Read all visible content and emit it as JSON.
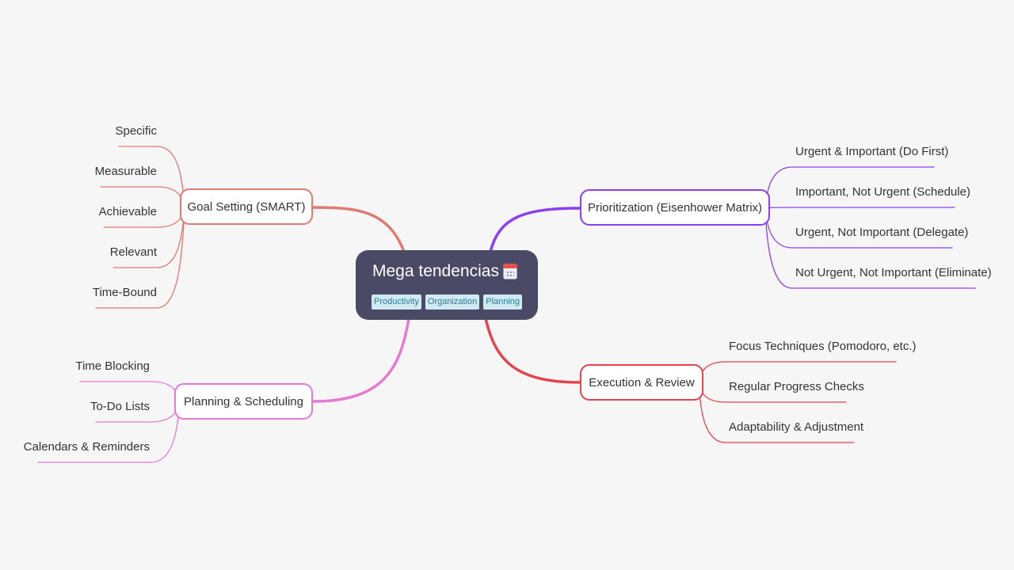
{
  "root": {
    "title": "Mega tendencias",
    "icon": "calendar-icon",
    "tags": [
      "Productivity",
      "Organization",
      "Planning"
    ]
  },
  "branches": {
    "goal": {
      "label": "Goal Setting (SMART)",
      "color": "#e07b73",
      "children": [
        "Specific",
        "Measurable",
        "Achievable",
        "Relevant",
        "Time-Bound"
      ]
    },
    "planning": {
      "label": "Planning & Scheduling",
      "color": "#e879d2",
      "children": [
        "Time Blocking",
        "To-Do Lists",
        "Calendars & Reminders"
      ]
    },
    "prioritization": {
      "label": "Prioritization (Eisenhower Matrix)",
      "color": "#8a3ff0",
      "children": [
        "Urgent & Important (Do First)",
        "Important, Not Urgent (Schedule)",
        "Urgent, Not Important (Delegate)",
        "Not Urgent, Not Important (Eliminate)"
      ]
    },
    "execution": {
      "label": "Execution & Review",
      "color": "#e4434f",
      "children": [
        "Focus Techniques (Pomodoro, etc.)",
        "Regular Progress Checks",
        "Adaptability & Adjustment"
      ]
    }
  }
}
